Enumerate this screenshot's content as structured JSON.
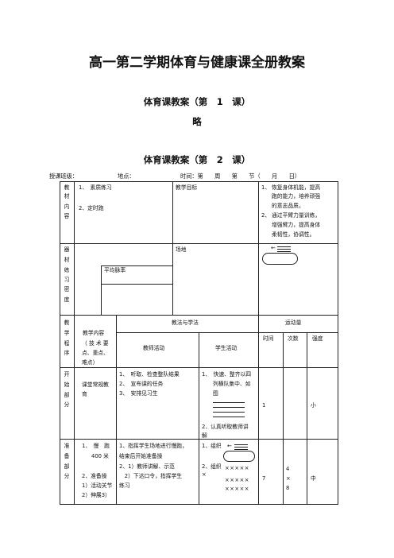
{
  "doc_title": "高一第二学期体育与健康课全册教案",
  "lesson1": {
    "heading": "体育课教案（第　1　课）",
    "body": "略"
  },
  "lesson2": {
    "heading": "体育课教案（第　2　课）"
  },
  "meta": {
    "class_label": "授课班级：",
    "place_label": "地点：",
    "time_label": "时间：第　　周　　第　　节（　　月　　日）"
  },
  "row1": {
    "side": [
      "教",
      "材",
      "内",
      "容"
    ],
    "items": [
      "1、　素质练习",
      "2、定时跑"
    ],
    "goal_label": "教学目标",
    "goals": [
      {
        "num": "1、",
        "lines": [
          "恢复身体机能，提高",
          "跑的能力，培养顽强",
          "的意志品质。"
        ]
      },
      {
        "num": "2、",
        "lines": [
          "通过平臂力量训练，",
          "增强臂力，提高身体",
          "柔韧性，协调性。"
        ]
      }
    ]
  },
  "row2": {
    "side": [
      "器",
      "材",
      "练",
      "习",
      "密",
      "度"
    ],
    "pulse_label": "平均脉率",
    "venue_label": "场地"
  },
  "header": {
    "side": [
      "教",
      "学",
      "程",
      "序"
    ],
    "content_lines": [
      "教学内容",
      "（ 技 术 要",
      "点、重点、",
      "难点）"
    ],
    "method_label": "教法与学法",
    "teacher_label": "教师活动",
    "student_label": "学生活动",
    "load_label": "运动量",
    "time_label": "时间",
    "count_label": "次数",
    "intensity_label": "强度"
  },
  "section_start": {
    "side": [
      "开",
      "始",
      "部",
      "分"
    ],
    "content": [
      "课堂常规教",
      "育"
    ],
    "teacher": [
      "1、　听取、检查整队结果",
      "2、　宣布课的任务",
      "3、　安排见习生"
    ],
    "student_top": [
      "1、　快速、整齐以四",
      "列横队集中、如",
      "图"
    ],
    "student_bottom": [
      "2、认真听取教师讲",
      "解"
    ],
    "time": "1",
    "intensity": "小"
  },
  "section_prep": {
    "side": [
      "准",
      "备",
      "部",
      "分"
    ],
    "content": [
      "1、　慢　跑",
      "400 米",
      "2、准备操",
      "1）活动关节",
      "2）伸展3）"
    ],
    "teacher": [
      "1、指挥学生场地进行慢跑，",
      "结束后开始准备操",
      "2、1）教师讲解、示范",
      "　2）下达口令，指挥学生",
      "练习"
    ],
    "student": [
      "1、组织",
      "2、组织",
      "×",
      "×××××",
      "×××××",
      "×××××"
    ],
    "time": "7",
    "count": [
      "4",
      "×",
      "8"
    ],
    "intensity": "中"
  }
}
